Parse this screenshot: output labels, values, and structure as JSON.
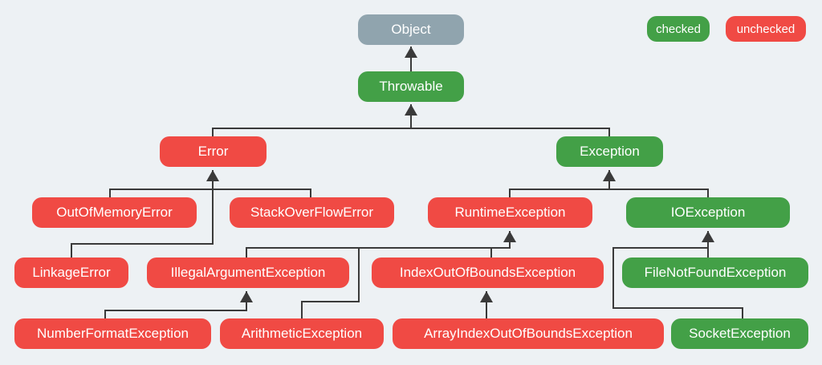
{
  "colors": {
    "background": "#edf1f4",
    "checked": "#43a047",
    "unchecked": "#f04a44",
    "root": "#90a4ae",
    "line": "#3a3a3a"
  },
  "legend": {
    "checked_label": "checked",
    "unchecked_label": "unchecked"
  },
  "nodes": [
    {
      "id": "object",
      "label": "Object",
      "kind": "root"
    },
    {
      "id": "throwable",
      "label": "Throwable",
      "kind": "checked"
    },
    {
      "id": "error",
      "label": "Error",
      "kind": "unchecked"
    },
    {
      "id": "exception",
      "label": "Exception",
      "kind": "checked"
    },
    {
      "id": "outofmemoryerror",
      "label": "OutOfMemoryError",
      "kind": "unchecked"
    },
    {
      "id": "stackoverflowerror",
      "label": "StackOverFlowError",
      "kind": "unchecked"
    },
    {
      "id": "runtimeexception",
      "label": "RuntimeException",
      "kind": "unchecked"
    },
    {
      "id": "ioexception",
      "label": "IOException",
      "kind": "checked"
    },
    {
      "id": "linkageerror",
      "label": "LinkageError",
      "kind": "unchecked"
    },
    {
      "id": "illegalargumentexception",
      "label": "IllegalArgumentException",
      "kind": "unchecked"
    },
    {
      "id": "indexoutofboundsexception",
      "label": "IndexOutOfBoundsException",
      "kind": "unchecked"
    },
    {
      "id": "filenotfoundexception",
      "label": "FileNotFoundException",
      "kind": "checked"
    },
    {
      "id": "numberformatexception",
      "label": "NumberFormatException",
      "kind": "unchecked"
    },
    {
      "id": "arithmeticexception",
      "label": "ArithmeticException",
      "kind": "unchecked"
    },
    {
      "id": "arrayindexoutofboundsexception",
      "label": "ArrayIndexOutOfBoundsException",
      "kind": "unchecked"
    },
    {
      "id": "socketexception",
      "label": "SocketException",
      "kind": "checked"
    }
  ],
  "edges": [
    {
      "from": "throwable",
      "to": "object"
    },
    {
      "from": "error",
      "to": "throwable"
    },
    {
      "from": "exception",
      "to": "throwable"
    },
    {
      "from": "outofmemoryerror",
      "to": "error"
    },
    {
      "from": "stackoverflowerror",
      "to": "error"
    },
    {
      "from": "linkageerror",
      "to": "error"
    },
    {
      "from": "runtimeexception",
      "to": "exception"
    },
    {
      "from": "ioexception",
      "to": "exception"
    },
    {
      "from": "illegalargumentexception",
      "to": "runtimeexception"
    },
    {
      "from": "indexoutofboundsexception",
      "to": "runtimeexception"
    },
    {
      "from": "arithmeticexception",
      "to": "runtimeexception"
    },
    {
      "from": "numberformatexception",
      "to": "illegalargumentexception"
    },
    {
      "from": "arrayindexoutofboundsexception",
      "to": "indexoutofboundsexception"
    },
    {
      "from": "filenotfoundexception",
      "to": "ioexception"
    },
    {
      "from": "socketexception",
      "to": "ioexception"
    }
  ]
}
